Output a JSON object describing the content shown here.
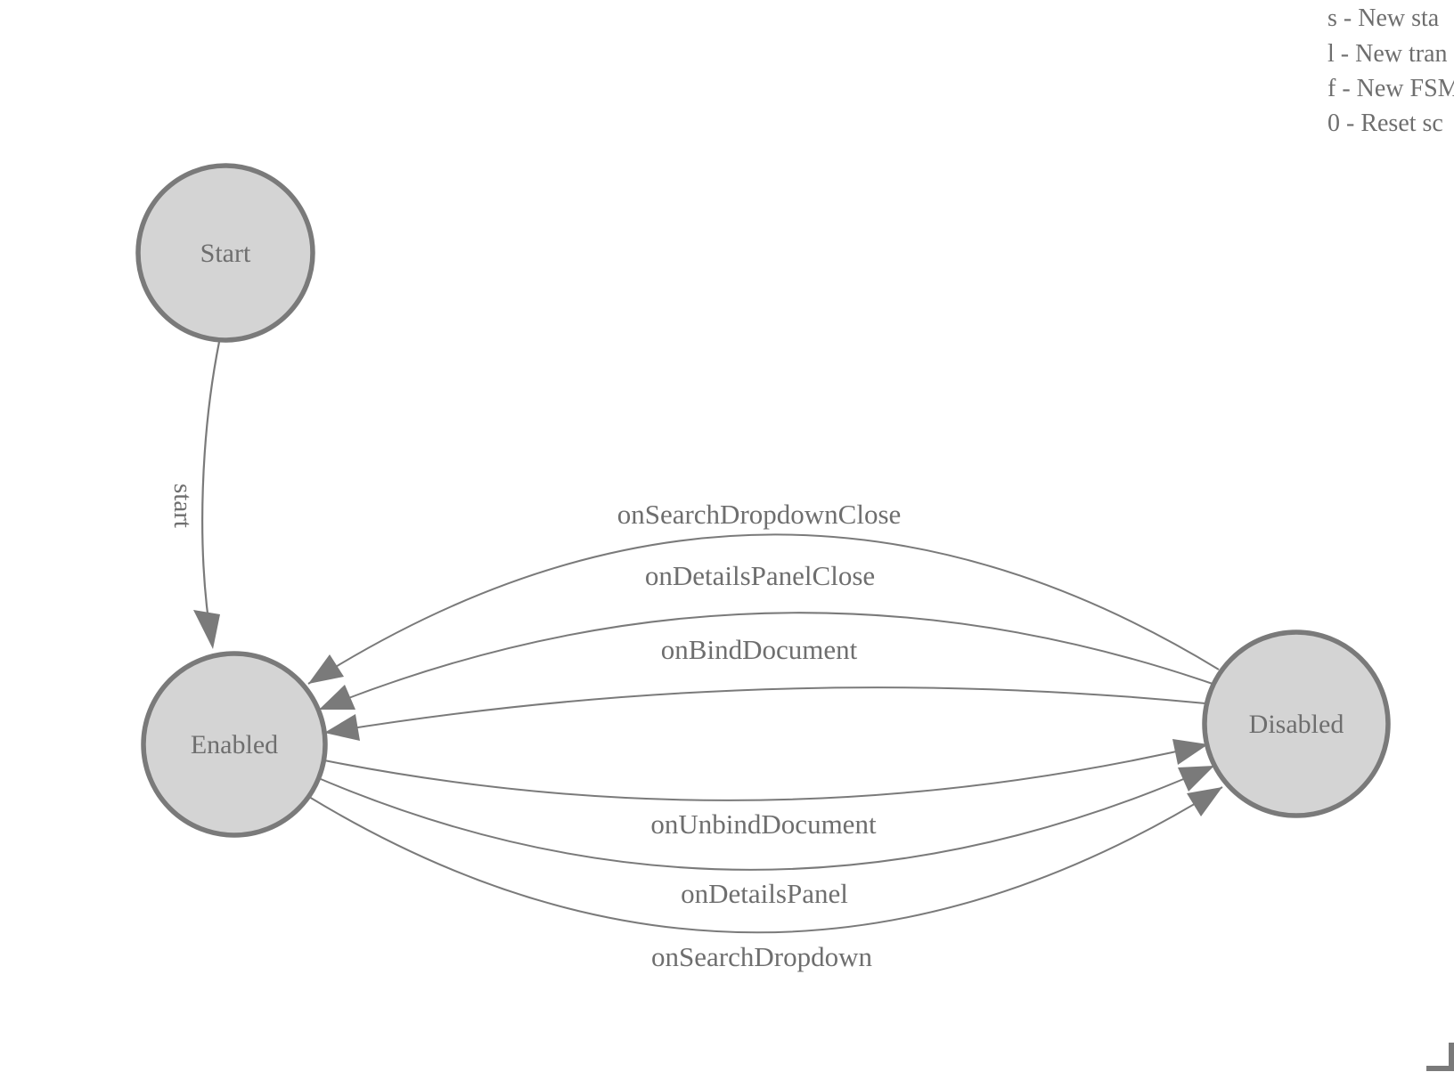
{
  "legend": {
    "shortcuts": [
      "s - New sta",
      "l - New tran",
      "f - New FSM",
      "0 - Reset sc"
    ]
  },
  "states": {
    "start": {
      "label": "Start"
    },
    "enabled": {
      "label": "Enabled"
    },
    "disabled": {
      "label": "Disabled"
    }
  },
  "edges": {
    "start": {
      "label": "start",
      "from": "Start",
      "to": "Enabled"
    },
    "disabled_to_enabled": [
      {
        "label": "onSearchDropdownClose",
        "from": "Disabled",
        "to": "Enabled"
      },
      {
        "label": "onDetailsPanelClose",
        "from": "Disabled",
        "to": "Enabled"
      },
      {
        "label": "onBindDocument",
        "from": "Disabled",
        "to": "Enabled"
      }
    ],
    "enabled_to_disabled": [
      {
        "label": "onUnbindDocument",
        "from": "Enabled",
        "to": "Disabled"
      },
      {
        "label": "onDetailsPanel",
        "from": "Enabled",
        "to": "Disabled"
      },
      {
        "label": "onSearchDropdown",
        "from": "Enabled",
        "to": "Disabled"
      }
    ]
  },
  "colors": {
    "state_fill": "#d4d4d4",
    "state_border": "#7a7a7a",
    "edge_line": "#7a7a7a",
    "label_text": "#6e6e6e"
  }
}
